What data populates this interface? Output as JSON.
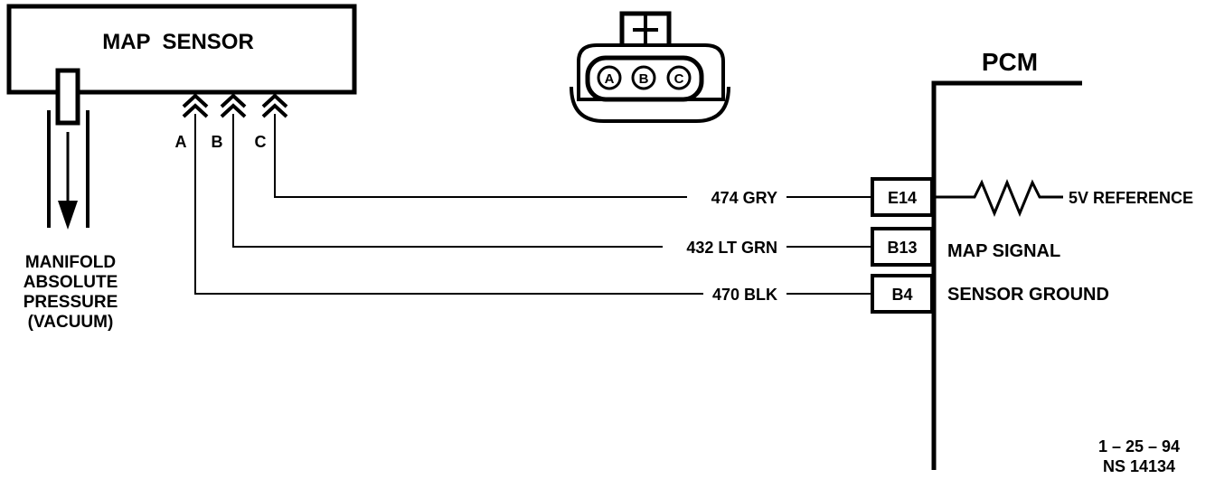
{
  "sensor": {
    "title": "MAP  SENSOR"
  },
  "pins": {
    "a": "A",
    "b": "B",
    "c": "C"
  },
  "connector": {
    "a": "A",
    "b": "B",
    "c": "C"
  },
  "vacuum_label": {
    "line1": "MANIFOLD",
    "line2": "ABSOLUTE",
    "line3": "PRESSURE",
    "line4": "(VACUUM)"
  },
  "wires": {
    "c": "474 GRY",
    "b": "432 LT GRN",
    "a": "470 BLK"
  },
  "pcm": {
    "title": "PCM",
    "terminals": {
      "c": "E14",
      "b": "B13",
      "a": "B4"
    },
    "functions": {
      "c": "5V REFERENCE",
      "b": "MAP SIGNAL",
      "a": "SENSOR GROUND"
    }
  },
  "footer": {
    "date": "1 – 25 – 94",
    "code": "NS 14134"
  }
}
